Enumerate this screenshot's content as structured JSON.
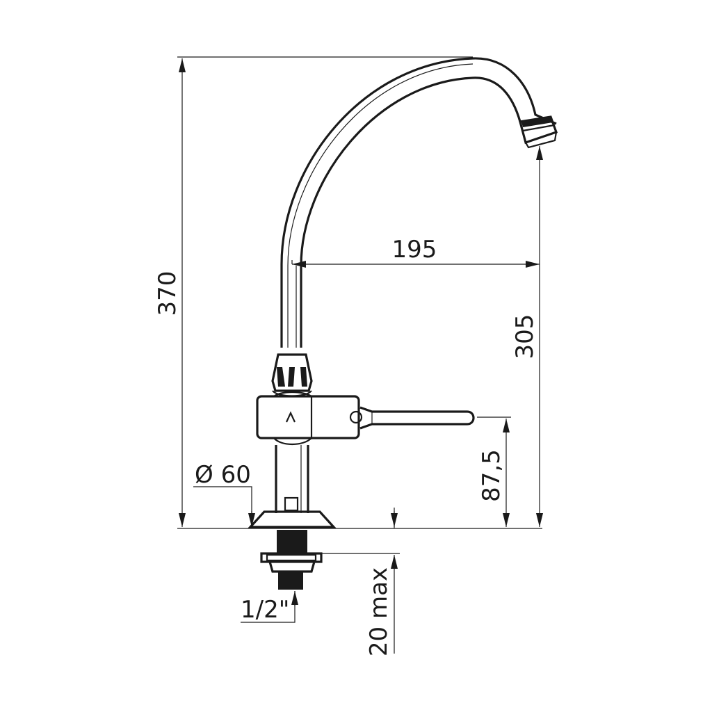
{
  "dimensions": {
    "total_height": "370",
    "spout_height": "305",
    "spout_reach": "195",
    "lever_height": "87,5",
    "base_diameter": "Ø 60",
    "thread_size": "1/2\"",
    "max_mount_thickness": "20 max"
  }
}
